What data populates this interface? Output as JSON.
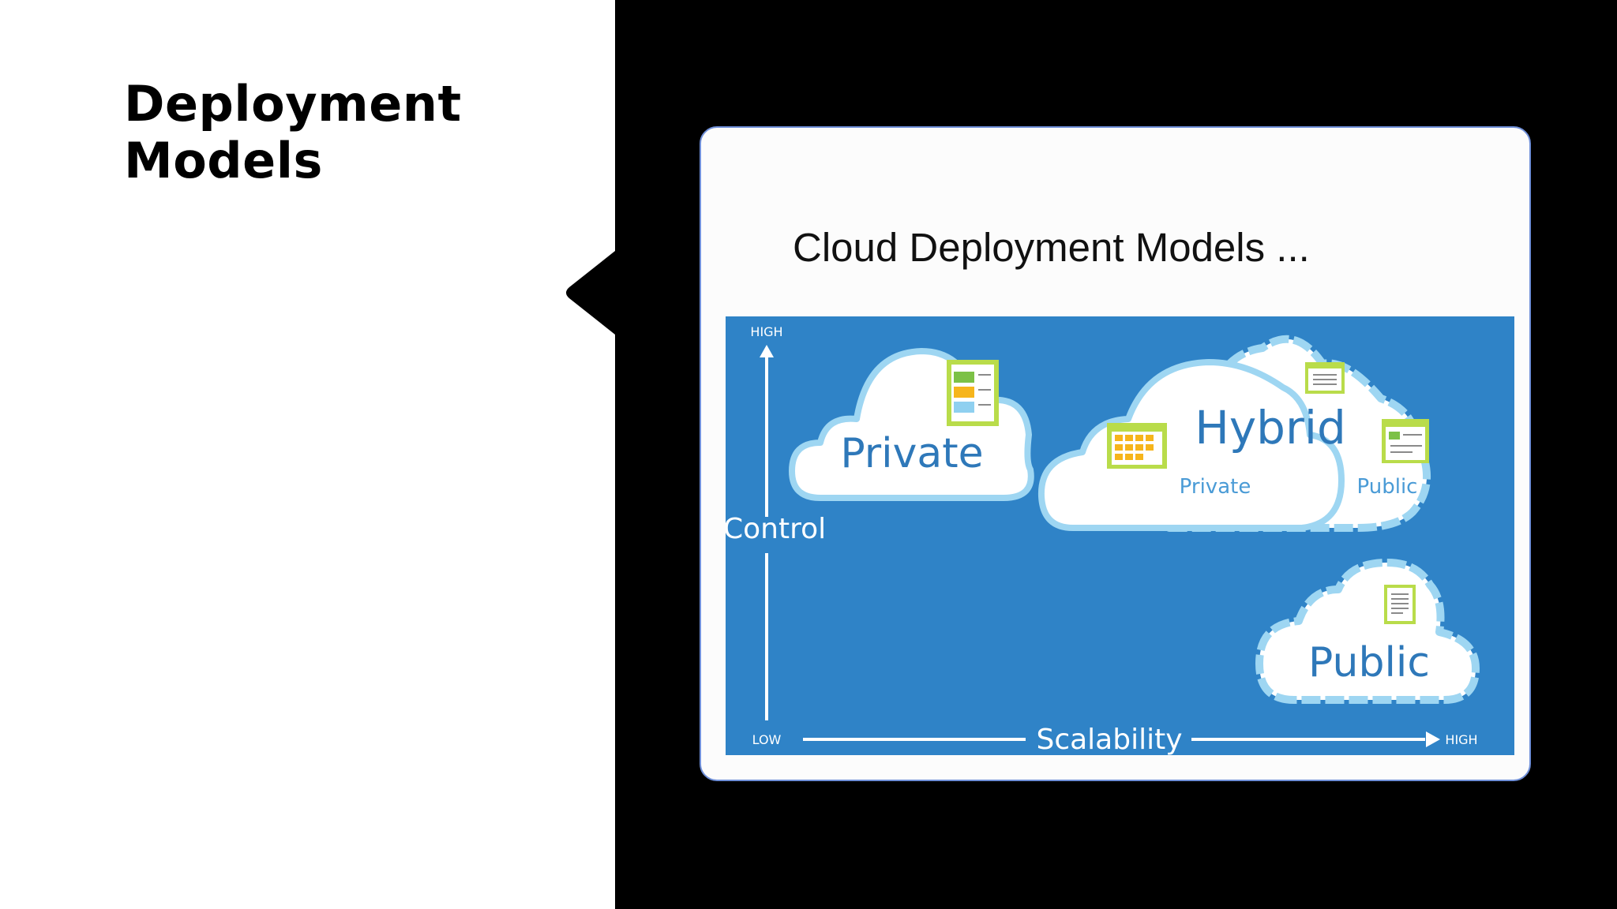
{
  "slide": {
    "title_line1": "Deployment",
    "title_line2": "Models"
  },
  "card": {
    "title": "Cloud Deployment Models ..."
  },
  "diagram": {
    "axis": {
      "y_high": "HIGH",
      "y_label": "Control",
      "low": "LOW",
      "x_label": "Scalability",
      "x_high": "HIGH"
    },
    "clouds": {
      "private": "Private",
      "hybrid": "Hybrid",
      "hybrid_private": "Private",
      "hybrid_public": "Public",
      "public": "Public"
    },
    "icons": [
      "dashboard-window-icon",
      "document-window-icon",
      "calendar-window-icon",
      "form-window-icon",
      "document-page-icon"
    ],
    "colors": {
      "background": "#2f83c7",
      "cloud_fill": "#ffffff",
      "cloud_outline": "#9ed6f2",
      "label_blue": "#2e78b9",
      "icon_green": "#b9dc4a"
    }
  }
}
